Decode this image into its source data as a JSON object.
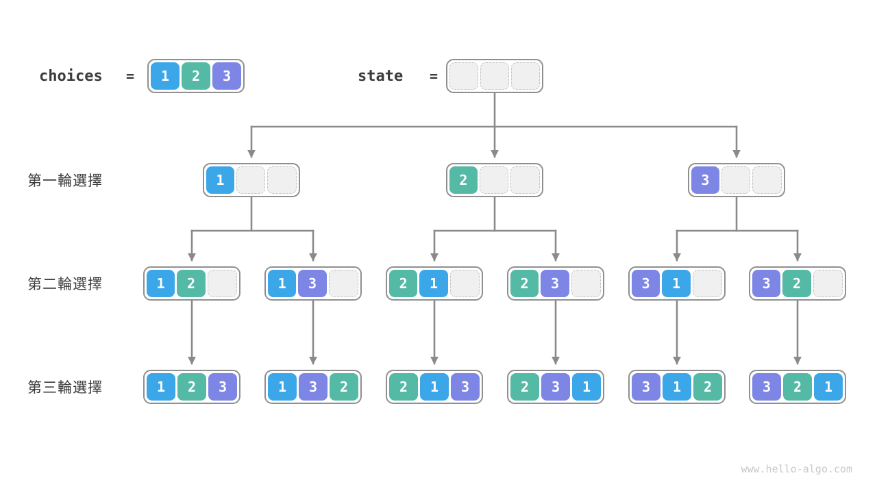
{
  "colors": {
    "1": "#3ca7e8",
    "2": "#54b9a5",
    "3": "#7d86e4",
    "arrow": "#8a8a8a",
    "box_border": "#8f8f8f",
    "empty_fill": "#f0f0f0",
    "empty_border": "#c2c2c2",
    "text": "#3b3b3b",
    "watermark": "#c9c9c9"
  },
  "header": {
    "choices_label": "choices",
    "equals": "=",
    "choices": [
      1,
      2,
      3
    ],
    "state_label": "state",
    "state": [
      null,
      null,
      null
    ]
  },
  "row_labels": [
    "第一輪選擇",
    "第二輪選擇",
    "第三輪選擇"
  ],
  "tree": {
    "level1": [
      [
        1,
        null,
        null
      ],
      [
        2,
        null,
        null
      ],
      [
        3,
        null,
        null
      ]
    ],
    "level2": [
      [
        1,
        2,
        null
      ],
      [
        1,
        3,
        null
      ],
      [
        2,
        1,
        null
      ],
      [
        2,
        3,
        null
      ],
      [
        3,
        1,
        null
      ],
      [
        3,
        2,
        null
      ]
    ],
    "level3": [
      [
        1,
        2,
        3
      ],
      [
        1,
        3,
        2
      ],
      [
        2,
        1,
        3
      ],
      [
        2,
        3,
        1
      ],
      [
        3,
        1,
        2
      ],
      [
        3,
        2,
        1
      ]
    ]
  },
  "watermark": "www.hello-algo.com"
}
